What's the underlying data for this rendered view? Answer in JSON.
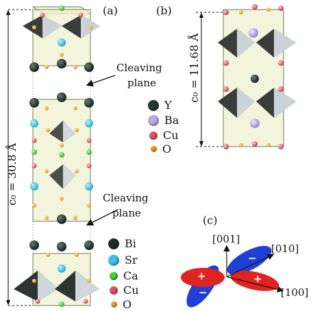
{
  "panels": {
    "a": "(a)",
    "b": "(b)",
    "c": "(c)"
  },
  "panel_a": {
    "c_param": "c₀ = 30.8 Å",
    "cleave_upper": [
      "Cleaving",
      "plane"
    ],
    "cleave_lower": [
      "Cleaving",
      "plane"
    ],
    "legend": [
      {
        "label": "Bi",
        "color": "#1f2d2a",
        "size": "big"
      },
      {
        "label": "Sr",
        "color": "#3cc3e6",
        "size": "big"
      },
      {
        "label": "Ca",
        "color": "#3dd63a",
        "size": "mid"
      },
      {
        "label": "Cu",
        "color": "#e8506a",
        "size": "mid"
      },
      {
        "label": "O",
        "color": "#f3a51f",
        "size": "small"
      }
    ]
  },
  "panel_b": {
    "c_param": "c₀ = 11.68 Å",
    "legend": [
      {
        "label": "Y",
        "color": "#233a33",
        "size": "big"
      },
      {
        "label": "Ba",
        "color": "#b8a8e8",
        "size": "big"
      },
      {
        "label": "Cu",
        "color": "#e8506a",
        "size": "mid"
      },
      {
        "label": "O",
        "color": "#f3a51f",
        "size": "small"
      }
    ]
  },
  "panel_c": {
    "axes": {
      "z": "[001]",
      "y": "[010]",
      "x": "[100]"
    },
    "signs": {
      "plus": "+",
      "minus": "−"
    },
    "colors": {
      "positive": "#e02323",
      "negative": "#1f3fd6"
    }
  }
}
